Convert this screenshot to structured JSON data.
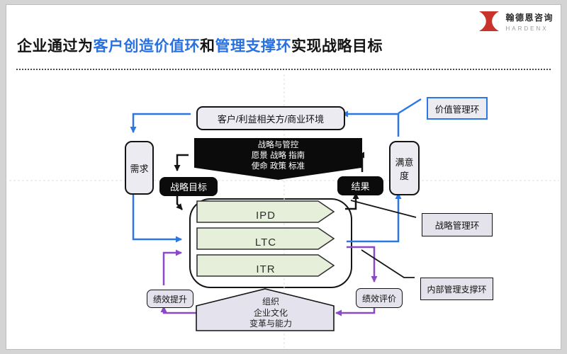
{
  "title": {
    "segments": [
      {
        "text": "企业通过为"
      },
      {
        "text": "客户创造价值环"
      },
      {
        "text": "和"
      },
      {
        "text": "管理支撑环"
      },
      {
        "text": "实现战略目标"
      }
    ]
  },
  "logo": {
    "company_cn": "翰德恩咨询",
    "company_en": "HARDENX",
    "brand_color": "#C8342B"
  },
  "colors": {
    "title_accent": "#2970E0",
    "loop_blue": "#2B78E4",
    "loop_purple": "#8A49C6",
    "loop_black": "#141414",
    "process_green": "#E5EFD9",
    "node_gray": "#ECEBF2"
  },
  "diagram": {
    "top_box": "客户/利益相关方/商业环境",
    "banner": "战略与管控\n愿景  战略  指南\n使命  政策  标准",
    "left_node": "需求",
    "right_node": "满意度",
    "strategy_goal": "战略目标",
    "result": "结果",
    "processes": [
      "IPD",
      "LTC",
      "ITR"
    ],
    "perf_improve": "绩效提升",
    "perf_eval": "绩效评价",
    "org_shape": "组织\n企业文化\n变革与能力",
    "labels": {
      "value_loop": "价值管理环",
      "strategy_loop": "战略管理环",
      "internal_loop": "内部管理支撑环"
    }
  }
}
